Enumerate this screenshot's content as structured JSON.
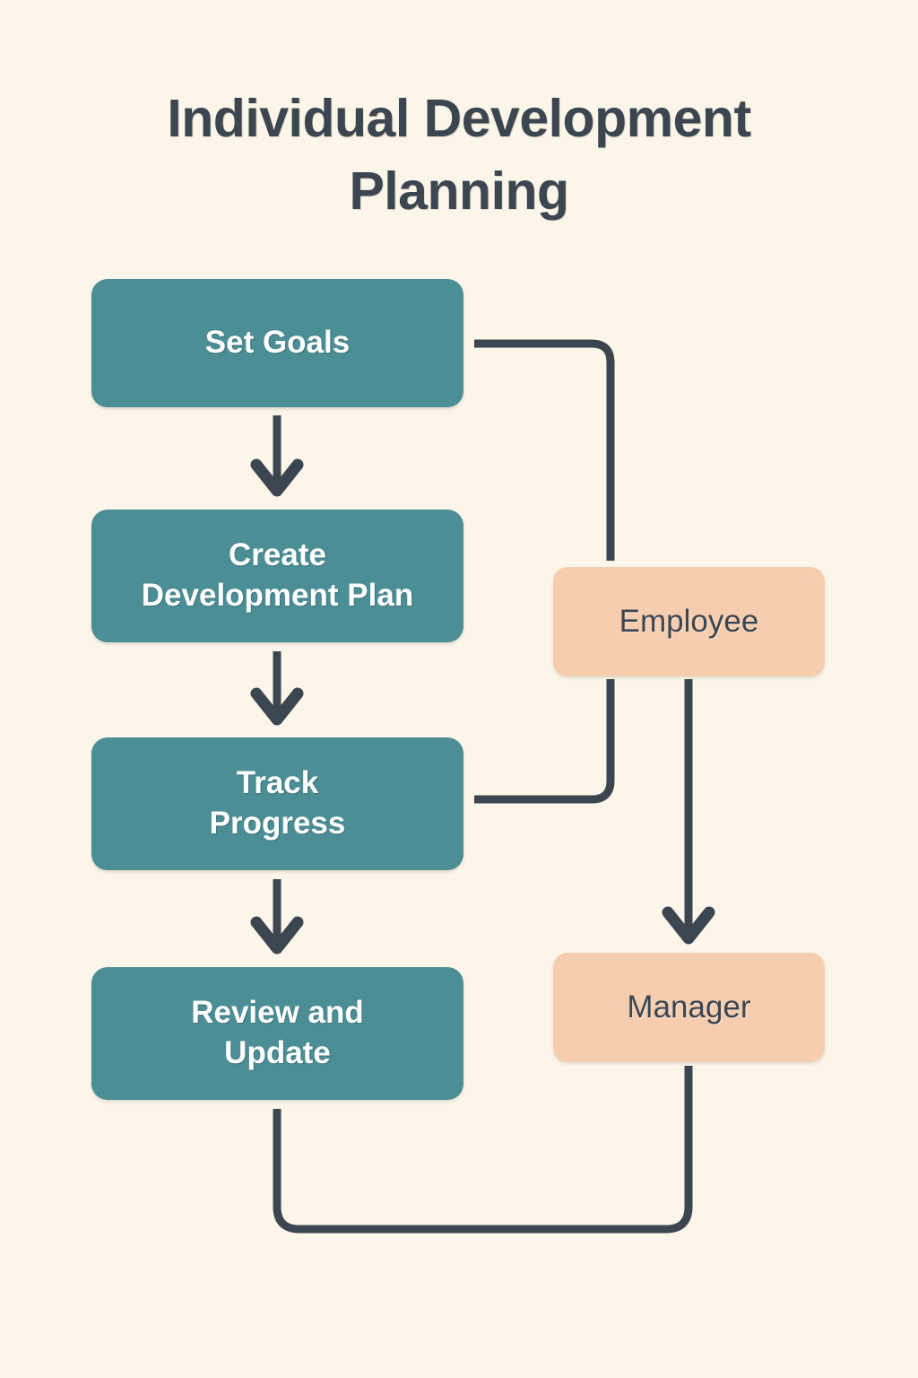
{
  "title": "Individual Development\nPlanning",
  "colors": {
    "background": "#fbf6e9",
    "process_fill": "#4b8e95",
    "process_text": "#ffffff",
    "role_fill": "#f7cdaf",
    "role_text": "#3c4650",
    "connector": "#3c4650",
    "title_text": "#3c4650"
  },
  "nodes": {
    "set_goals": {
      "label": "Set Goals",
      "type": "process"
    },
    "create_plan": {
      "label": "Create\nDevelopment Plan",
      "type": "process"
    },
    "track_progress": {
      "label": "Track\nProgress",
      "type": "process"
    },
    "review_update": {
      "label": "Review and\nUpdate",
      "type": "process"
    },
    "employee": {
      "label": "Employee",
      "type": "role"
    },
    "manager": {
      "label": "Manager",
      "type": "role"
    }
  },
  "connectors": [
    {
      "name": "set-goals-to-create-plan",
      "kind": "arrow-down",
      "from": "set_goals",
      "to": "create_plan"
    },
    {
      "name": "create-plan-to-track-progress",
      "kind": "arrow-down",
      "from": "create_plan",
      "to": "track_progress"
    },
    {
      "name": "track-progress-to-review-update",
      "kind": "arrow-down",
      "from": "track_progress",
      "to": "review_update"
    },
    {
      "name": "set-goals-to-employee",
      "kind": "elbow",
      "from": "set_goals",
      "to": "employee"
    },
    {
      "name": "employee-to-track-progress",
      "kind": "elbow",
      "from": "employee",
      "to": "track_progress"
    },
    {
      "name": "employee-to-manager",
      "kind": "arrow-down",
      "from": "employee",
      "to": "manager"
    },
    {
      "name": "review-update-to-manager",
      "kind": "u-loop",
      "from": "review_update",
      "to": "manager"
    }
  ]
}
